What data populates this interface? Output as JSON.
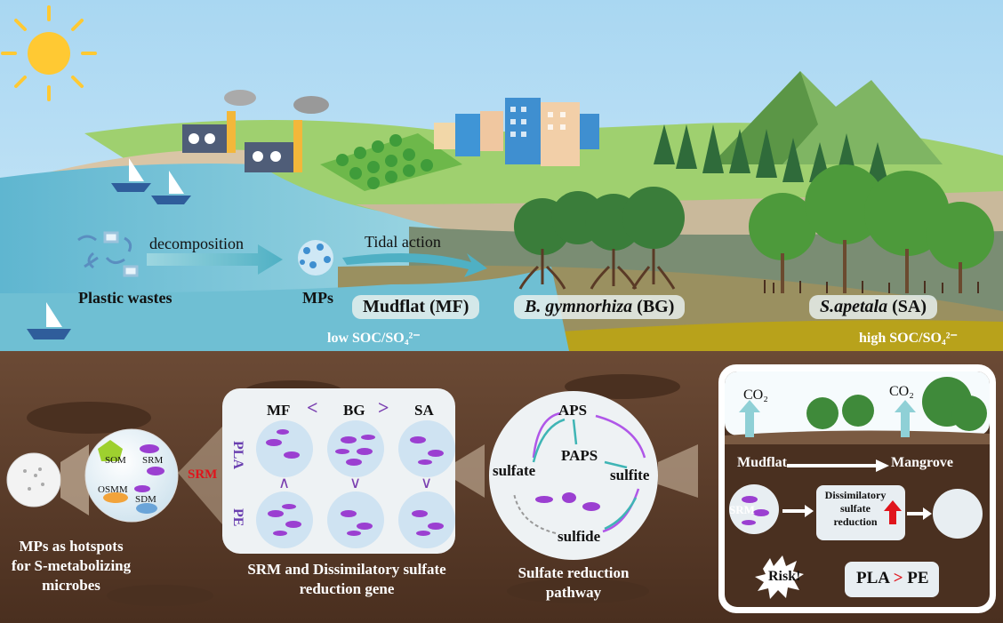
{
  "top": {
    "decomposition": "decomposition",
    "tidal_action": "Tidal action",
    "plastic_wastes": "Plastic wastes",
    "mps": "MPs",
    "mudflat_label": "Mudflat (MF)",
    "bg_label_species": "B. gymnorhiza",
    "bg_label_abbr": "(BG)",
    "sa_label_species": "S.apetala",
    "sa_label_abbr": "(SA)",
    "low_ratio": "low SOC/SO₄²⁻",
    "high_ratio": "high SOC/SO₄²⁻"
  },
  "panel1": {
    "caption_line1": "MPs as hotspots",
    "caption_line2": "for S-metabolizing",
    "caption_line3": "microbes",
    "som": "SOM",
    "srm": "SRM",
    "osmm": "OSMM",
    "sdm": "SDM",
    "srm_red": "SRM"
  },
  "panel2": {
    "col_mf": "MF",
    "col_bg": "BG",
    "col_sa": "SA",
    "lt": "<",
    "gt": ">",
    "row_pla": "PLA",
    "row_pe": "PE",
    "cmp_pla_pe_mf": "∧",
    "cmp_pla_pe_bg": "∨",
    "cmp_pla_pe_sa": "∨",
    "caption_line1": "SRM and Dissimilatory sulfate",
    "caption_line2": "reduction gene"
  },
  "panel3": {
    "aps": "APS",
    "paps": "PAPS",
    "sulfate": "sulfate",
    "sulfite": "sulfite",
    "sulfide": "sulfide",
    "caption_line1": "Sulfate reduction",
    "caption_line2": "pathway"
  },
  "panel4": {
    "co2": "CO₂",
    "mudflat": "Mudflat",
    "mangrove": "Mangrove",
    "srm": "SRM",
    "dsr_line1": "Dissimilatory",
    "dsr_line2": "sulfate",
    "dsr_line3": "reduction",
    "risk": "Risk!",
    "pla": "PLA",
    "gt": ">",
    "pe": "PE"
  },
  "colors": {
    "sky": "#bfe3f6",
    "sea": "#7fc6d9",
    "land": "#9ccf6e",
    "soil": "#5a3d2b",
    "accent_red": "#e0141c",
    "purple": "#9b3fd1"
  }
}
